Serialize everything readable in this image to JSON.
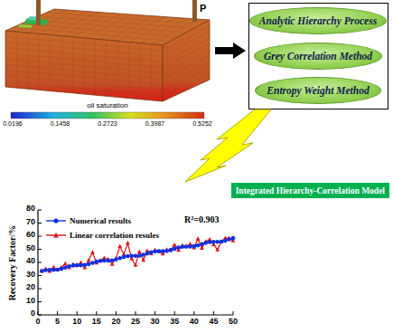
{
  "diagram": {
    "nodes": [
      {
        "text": [
          "Analytic Hierarchy Process"
        ]
      },
      {
        "text": [
          "Grey Correlation Method"
        ]
      },
      {
        "text": [
          "Entropy Weight Method"
        ]
      },
      {
        "text": [
          "Integrated Hierarchy-Correlation Model"
        ]
      }
    ],
    "labels": [
      "P",
      "oil saturation",
      "0.0196",
      "0.1458",
      "0.2723",
      "0.3987",
      "0.5252",
      "R²=0.903",
      "Recovery Factor/%",
      "0",
      "10",
      "20",
      "30",
      "40",
      "50",
      "60",
      "70",
      "80",
      "0",
      "5",
      "10",
      "15",
      "20",
      "25",
      "30",
      "35",
      "40",
      "45",
      "50"
    ],
    "legend": [
      {
        "text": "Numerical results"
      },
      {
        "text": "Linear correlation resules"
      }
    ]
  }
}
